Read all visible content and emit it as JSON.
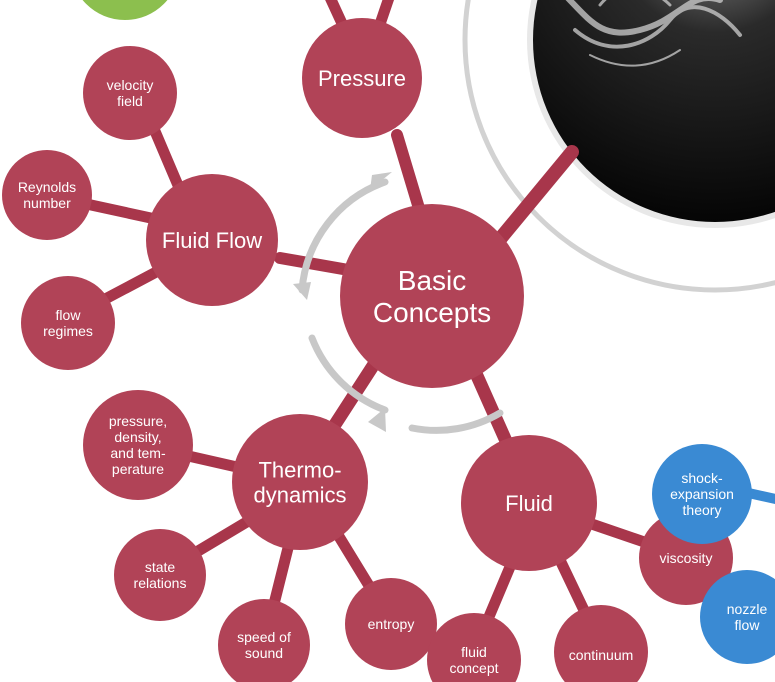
{
  "colors": {
    "concept_node": "#b14357",
    "connector": "#a8364b",
    "blue_node": "#3a8ad3",
    "green_node": "#8cbf4e",
    "cycle_arrow": "#c8c8c8",
    "ring": "#cfcfcf",
    "image_dark": "#0b0b0b"
  },
  "nodes": {
    "pressure": [
      "Pressure"
    ],
    "basic_concepts": [
      "Basic",
      "Concepts"
    ],
    "fluid_flow": [
      "Fluid Flow"
    ],
    "velocity_field": [
      "velocity",
      "field"
    ],
    "reynolds_number": [
      "Reynolds",
      "number"
    ],
    "flow_regimes": [
      "flow",
      "regimes"
    ],
    "thermodynamics": [
      "Thermo-",
      "dynamics"
    ],
    "pressure_density_temperature": [
      "pressure,",
      "density,",
      "and tem-",
      "perature"
    ],
    "state_relations": [
      "state",
      "relations"
    ],
    "speed_of_sound": [
      "speed of",
      "sound"
    ],
    "entropy": [
      "entropy"
    ],
    "fluid": [
      "Fluid"
    ],
    "fluid_concept": [
      "fluid",
      "concept"
    ],
    "continuum": [
      "continuum"
    ],
    "viscosity": [
      "viscosity"
    ],
    "shock_expansion_theory": [
      "shock-",
      "expansion",
      "theory"
    ],
    "nozzle_flow": [
      "nozzle",
      "flow"
    ]
  },
  "icons": {
    "cycle_arrows": "circular-arrow-icon",
    "photo": "smoke-photo-icon"
  }
}
